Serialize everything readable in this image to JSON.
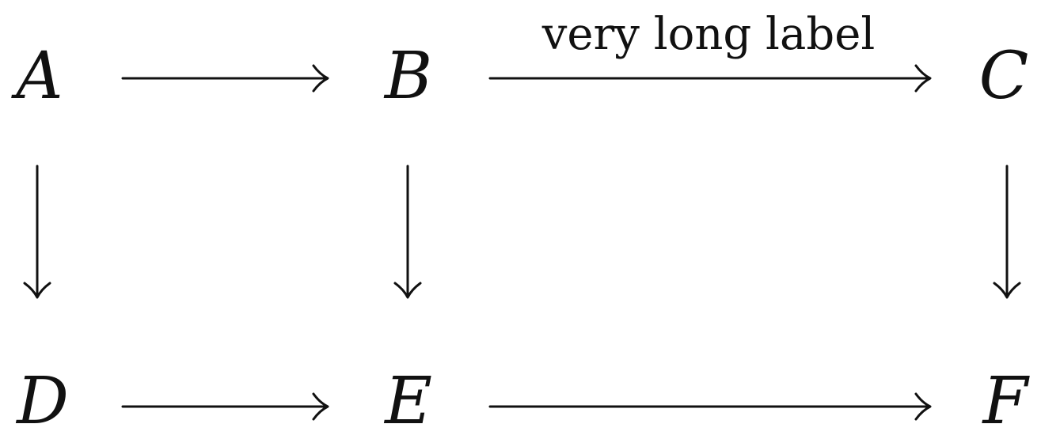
{
  "nodes": {
    "a": "A",
    "b": "B",
    "c": "C",
    "d": "D",
    "e": "E",
    "f": "F"
  },
  "edges": {
    "b_to_c_label": "very long label"
  },
  "colors": {
    "ink": "#111111",
    "background": "#ffffff"
  }
}
